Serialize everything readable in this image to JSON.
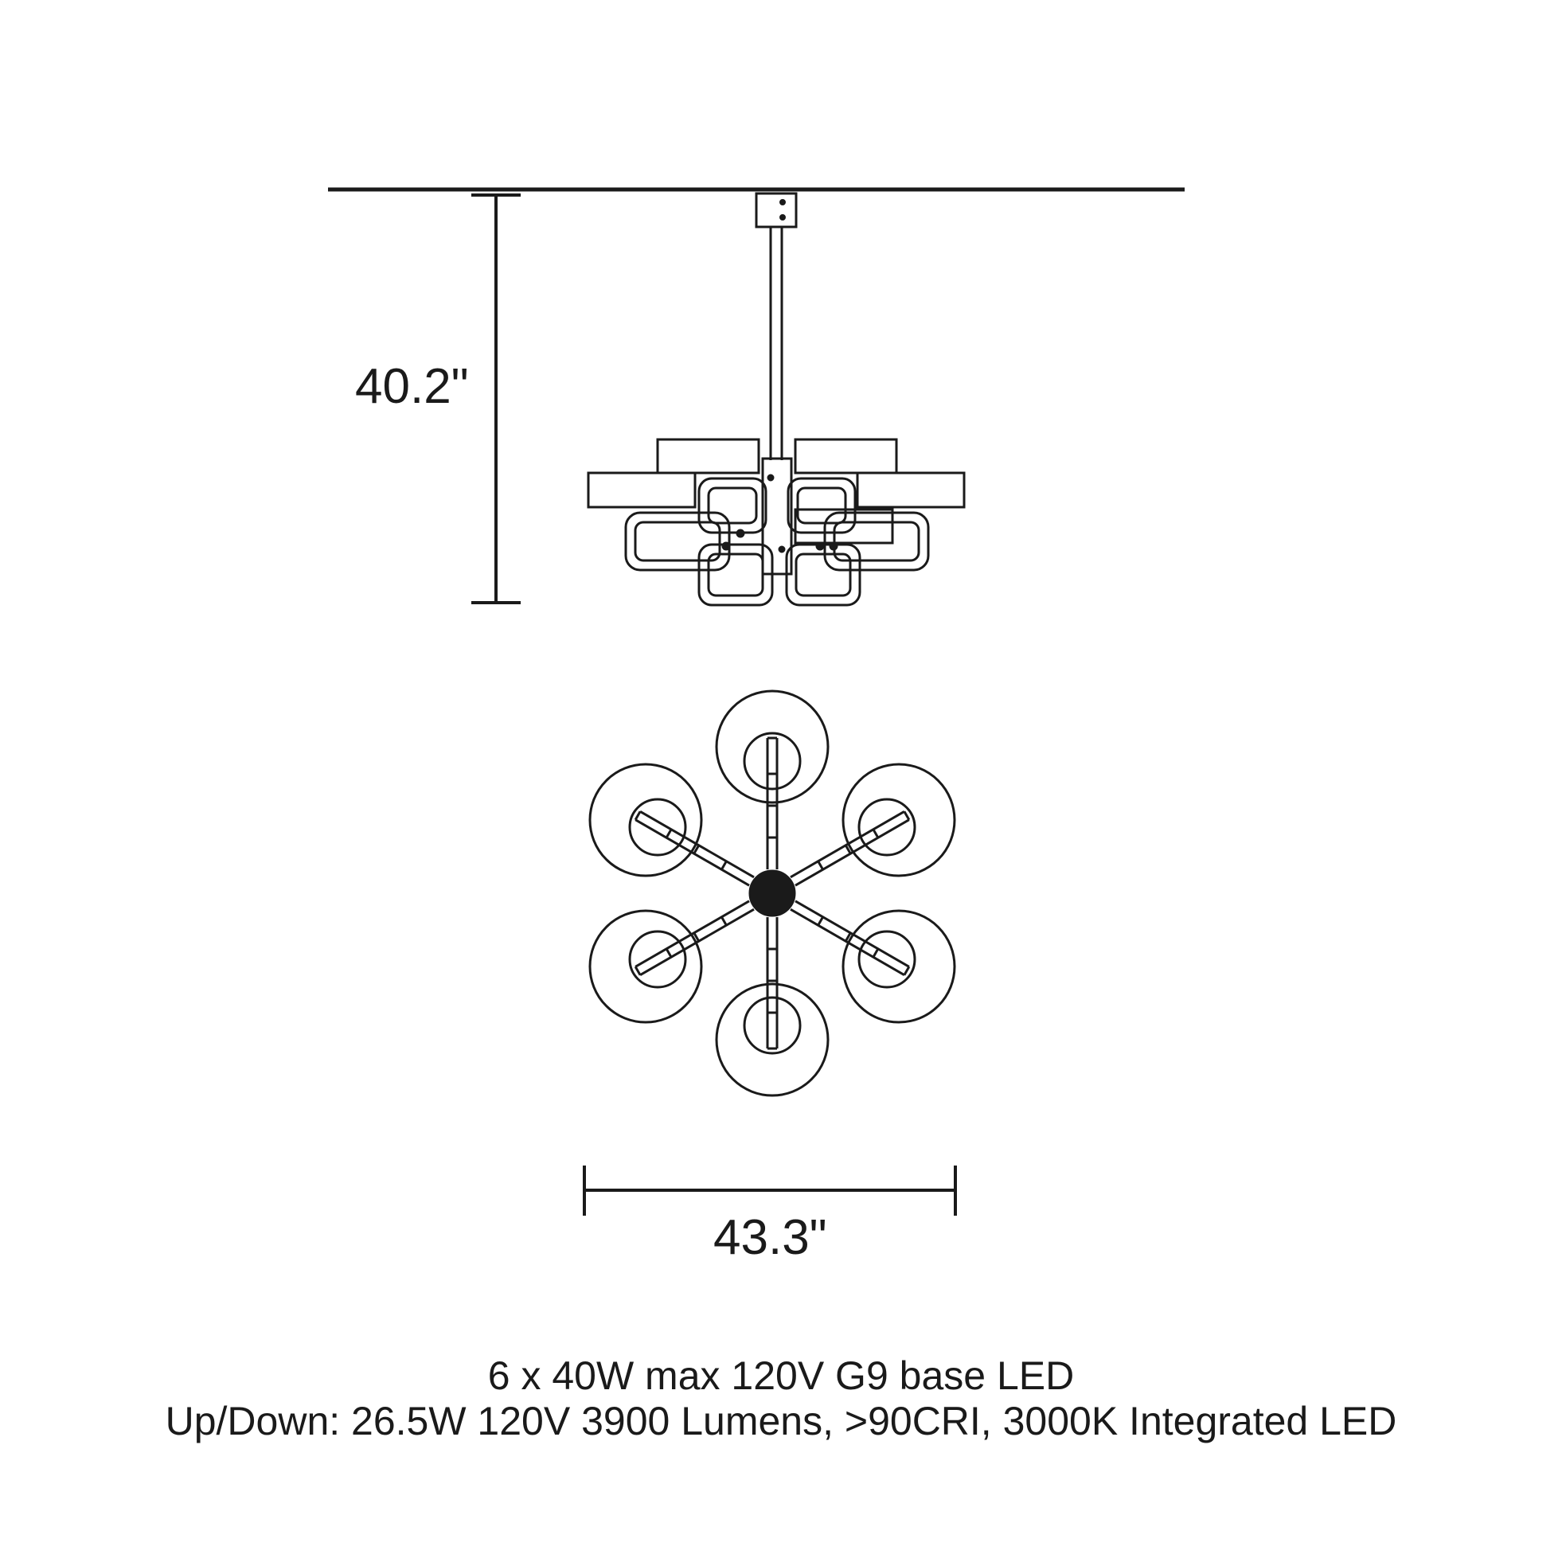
{
  "dimensions": {
    "height": "40.2\"",
    "width": "43.3\""
  },
  "specs": {
    "line1": "6 x 40W max 120V G9 base LED",
    "line2": "Up/Down: 26.5W 120V 3900 Lumens, >90CRI, 3000K Integrated LED"
  },
  "colors": {
    "line": "#1a1a1a",
    "background": "#ffffff"
  }
}
